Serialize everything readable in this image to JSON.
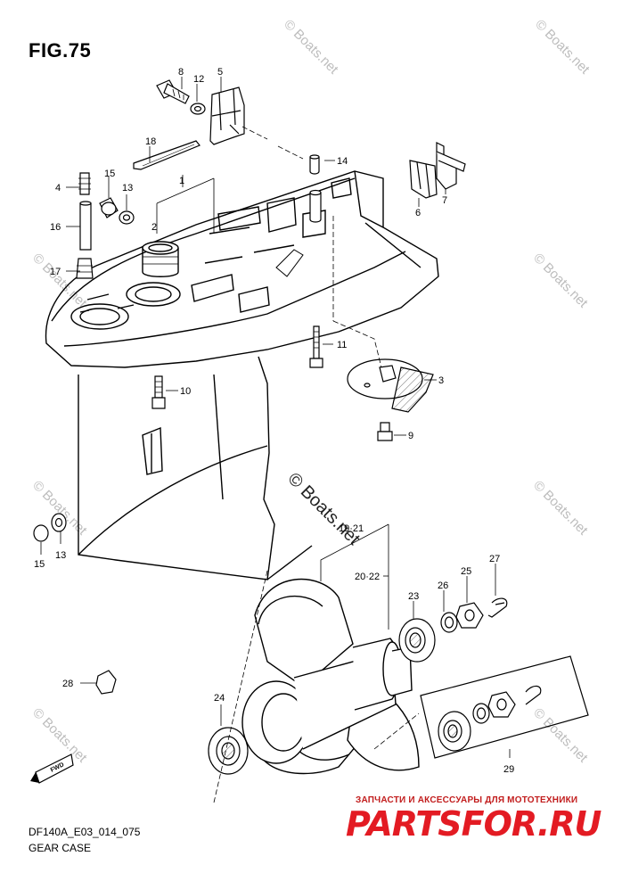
{
  "figure_title": "FIG.75",
  "drawing_code": "DF140A_E03_014_075",
  "section_name": "GEAR CASE",
  "watermark_text": "© Boats.net",
  "brand": {
    "tagline": "ЗАПЧАСТИ И АКСЕССУАРЫ ДЛЯ МОТОТЕХНИКИ",
    "name": "PARTSFOR.RU",
    "color": "#e31b23"
  },
  "direction_badge": "FWD",
  "callouts": [
    "8",
    "12",
    "5",
    "18",
    "14",
    "1",
    "15",
    "13",
    "4",
    "2",
    "6",
    "7",
    "16",
    "17",
    "11",
    "3",
    "10",
    "9",
    "19·21",
    "15",
    "13",
    "20·22",
    "27",
    "25",
    "26",
    "23",
    "28",
    "24",
    "29"
  ]
}
